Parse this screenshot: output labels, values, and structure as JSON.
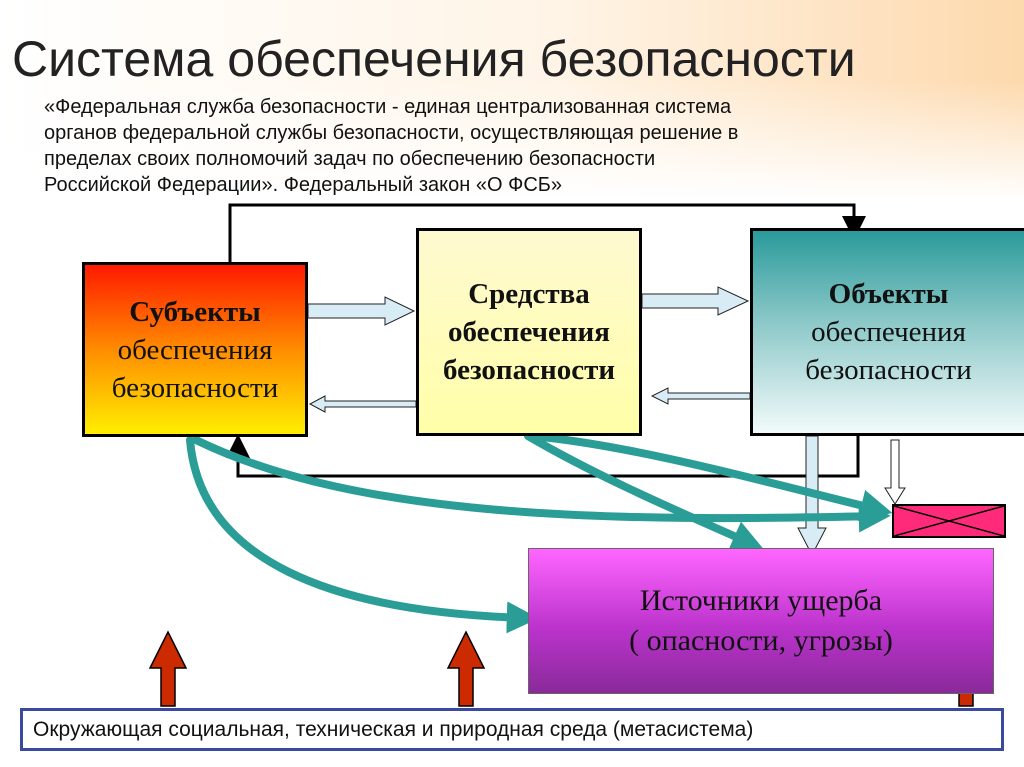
{
  "title": "Система обеспечения безопасности",
  "quote_lines": [
    "«Федеральная служба безопасности - единая централизованная система",
    "органов федеральной службы безопасности, осуществляющая решение в",
    "пределах своих полномочий задач по обеспечению безопасности",
    "Российской Федерации».  Федеральный закон «О ФСБ»"
  ],
  "boxes": {
    "subjects": {
      "line1": "Субъекты",
      "line2": "обеспечения",
      "line3": "безопасности"
    },
    "means": {
      "line1": "Средства",
      "line2": "обеспечения",
      "line3": "безопасности"
    },
    "objects": {
      "line1": "Объекты",
      "line2": "обеспечения",
      "line3": "безопасности"
    },
    "sources": {
      "line1": "Источники ущерба",
      "line2": "( опасности, угрозы)"
    }
  },
  "environment": "Окружающая социальная, техническая и природная среда (метасистема)",
  "colors": {
    "teal_arrow": "#2a9d96",
    "up_arrow_fill": "#cc2a00",
    "env_border": "#3a4aa0",
    "damage_box": "#ff2a7a"
  }
}
